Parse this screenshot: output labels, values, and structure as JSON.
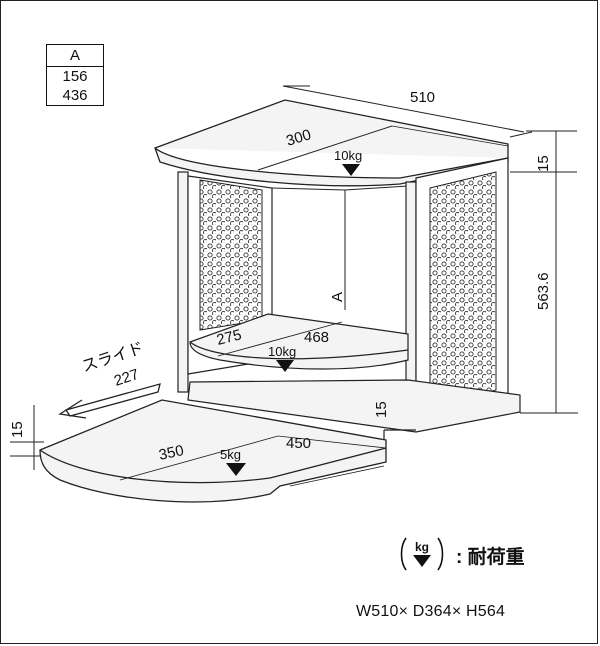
{
  "column_table": {
    "header": "A",
    "values": [
      "156",
      "436"
    ]
  },
  "dimensions": {
    "top_width": "510",
    "top_depth": "300",
    "top_thickness": "15",
    "overall_height": "563.6",
    "inner_height_label": "A",
    "shelf_depth": "275",
    "shelf_width": "468",
    "shelf_thickness": "15",
    "slide_label": "スライド",
    "slide_distance": "227",
    "board_thickness": "15",
    "board_depth": "350",
    "board_width": "450"
  },
  "load_labels": {
    "top": "10kg",
    "shelf": "10kg",
    "board": "5kg"
  },
  "legend": {
    "unit": "kg",
    "label": ": 耐荷重"
  },
  "overall": "W510× D364× H564"
}
